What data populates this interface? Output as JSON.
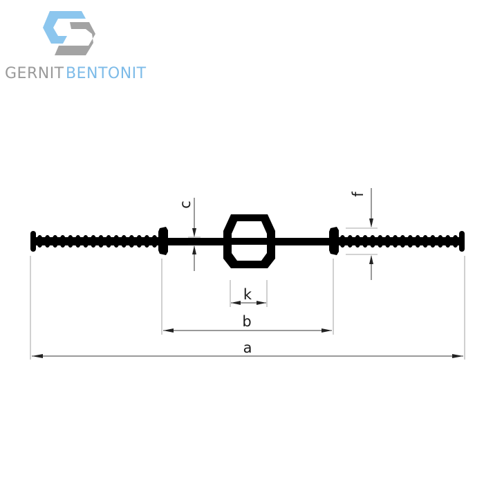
{
  "brand": {
    "word1": "GERNIT",
    "word2": "BENTONIT",
    "logo_icon": "gb-hexagon-logo-icon",
    "colors": {
      "gray": "#9a9a9a",
      "blue": "#7dbbe8",
      "profile": "#000000"
    }
  },
  "dimensions": {
    "a": "a",
    "b": "b",
    "c": "c",
    "f": "f",
    "k": "k"
  }
}
